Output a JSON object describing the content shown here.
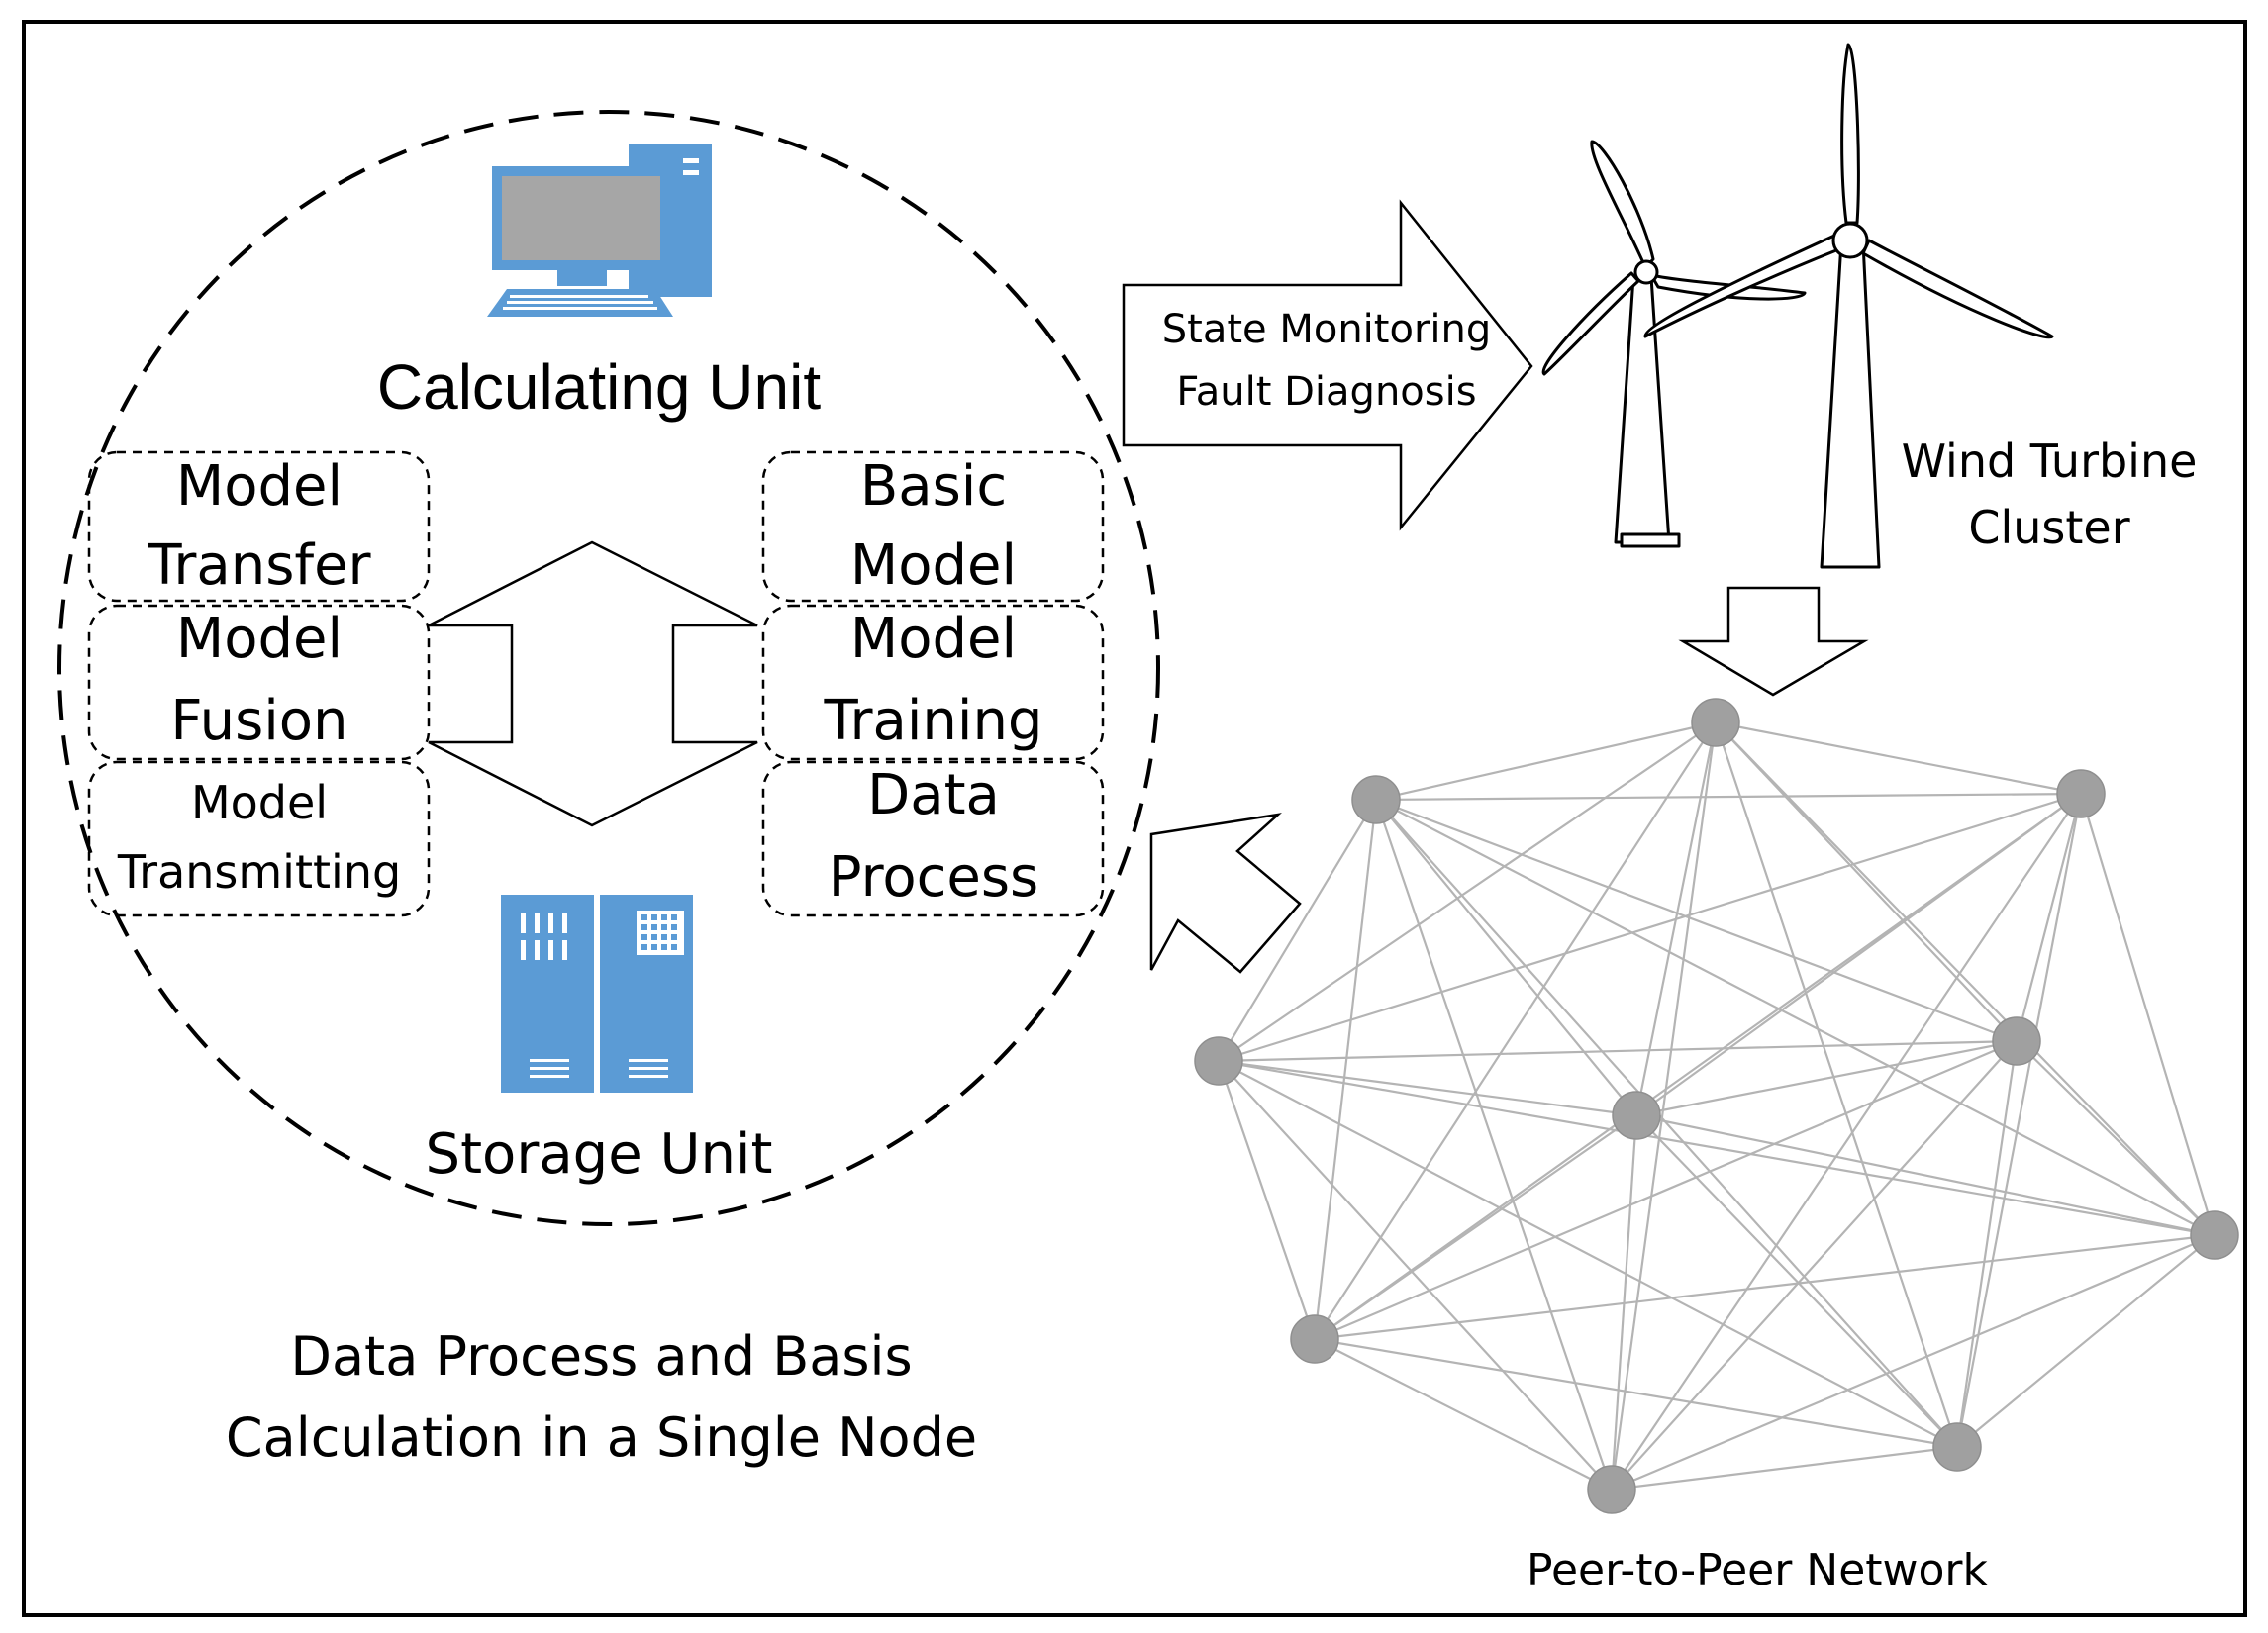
{
  "node": {
    "calculating_unit": "Calculating Unit",
    "storage_unit": "Storage Unit",
    "left_boxes": [
      {
        "line1": "Model",
        "line2": "Transfer"
      },
      {
        "line1": "Model",
        "line2": "Fusion"
      },
      {
        "line1": "Model",
        "line2": "Transmitting"
      }
    ],
    "right_boxes": [
      {
        "line1": "Basic",
        "line2": "Model"
      },
      {
        "line1": "Model",
        "line2": "Training"
      },
      {
        "line1": "Data",
        "line2": "Process"
      }
    ],
    "caption_line1": "Data Process and Basis",
    "caption_line2": "Calculation in a  Single Node"
  },
  "arrow_label": {
    "line1": "State Monitoring",
    "line2": "Fault Diagnosis"
  },
  "turbines": {
    "label_line1": "Wind Turbine",
    "label_line2": "Cluster"
  },
  "network": {
    "label": "Peer-to-Peer Network",
    "node_count": 10
  },
  "colors": {
    "computer_blue": "#5b9bd5",
    "screen_gray": "#a6a6a6",
    "node_gray": "#a0a0a0",
    "edge_gray": "#b4b4b4"
  },
  "icons": [
    "computer-icon",
    "server-icon",
    "wind-turbine-icon"
  ]
}
